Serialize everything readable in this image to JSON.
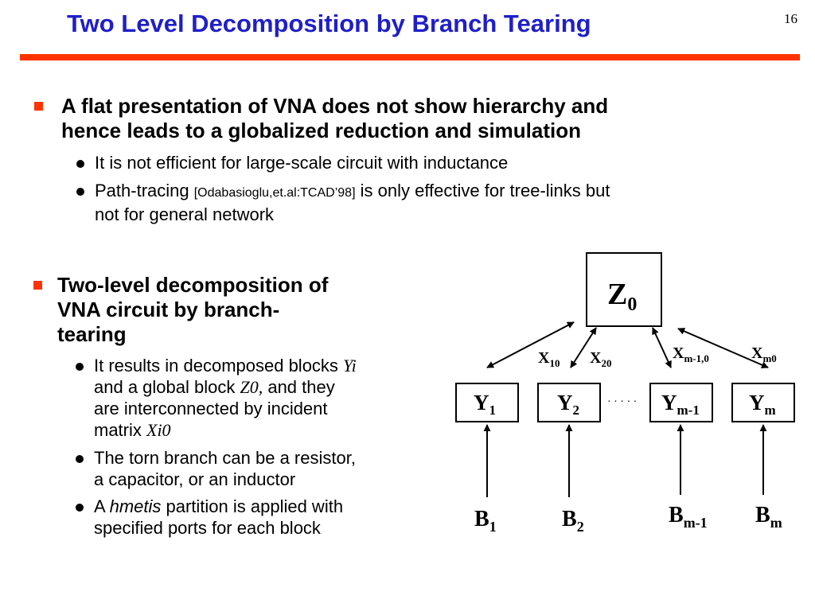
{
  "title": "Two Level Decomposition by Branch Tearing",
  "page_number": "16",
  "bullets": {
    "b1_line1": "A flat presentation of VNA does not show hierarchy and",
    "b1_line2": "hence leads to a globalized reduction and simulation",
    "b1_sub1": "It is not efficient for large-scale circuit with inductance",
    "b1_sub2_pre": "Path-tracing ",
    "b1_sub2_cite": "[Odabasioglu,et.al:TCAD’98]",
    "b1_sub2_post": " is only effective for tree-links but",
    "b1_sub2_line2": "not for general network",
    "b2_line1": "Two-level decomposition of",
    "b2_line2": "VNA circuit by branch-",
    "b2_line3": "tearing",
    "b2_sub1_pre": "It results in decomposed blocks ",
    "b2_sub1_yi": "Yi",
    "b2_sub1_line2_pre": "and a global block ",
    "b2_sub1_z0": "Z0,",
    "b2_sub1_line2_post": " and they",
    "b2_sub1_line3": "are  interconnected by incident",
    "b2_sub1_line4_pre": "matrix ",
    "b2_sub1_xi0": "Xi0",
    "b2_sub2_line1": "The torn branch can be a resistor,",
    "b2_sub2_line2": "a capacitor, or an inductor",
    "b2_sub3_pre": "A ",
    "b2_sub3_hmetis": "hmetis",
    "b2_sub3_post": " partition is applied with",
    "b2_sub3_line2": "specified ports for each block"
  },
  "diagram": {
    "z0": {
      "base": "Z",
      "sub": "0"
    },
    "blocks": [
      {
        "base": "Y",
        "sub": "1"
      },
      {
        "base": "Y",
        "sub": "2"
      },
      {
        "base": "Y",
        "sub": "m-1"
      },
      {
        "base": "Y",
        "sub": "m"
      }
    ],
    "ellipsis": "· · · · ·",
    "edges": [
      {
        "base": "X",
        "sub": "10"
      },
      {
        "base": "X",
        "sub": "20"
      },
      {
        "base": "X",
        "sub": "m-1,0"
      },
      {
        "base": "X",
        "sub": "m0"
      }
    ],
    "inputs": [
      {
        "base": "B",
        "sub": "1"
      },
      {
        "base": "B",
        "sub": "2"
      },
      {
        "base": "B",
        "sub": "m-1"
      },
      {
        "base": "B",
        "sub": "m"
      }
    ]
  }
}
